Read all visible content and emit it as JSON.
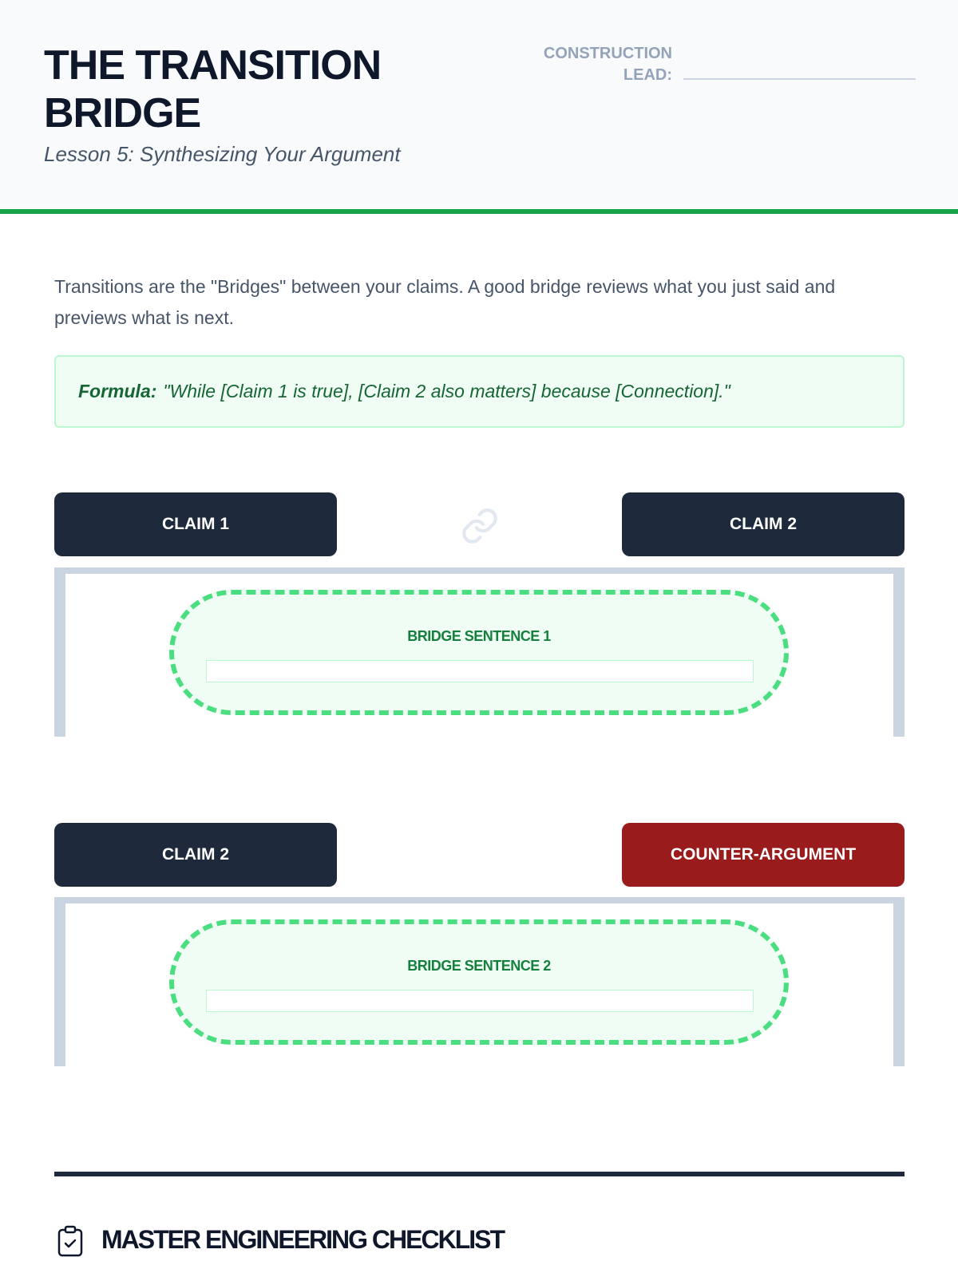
{
  "header": {
    "title": "THE TRANSITION BRIDGE",
    "subtitle": "Lesson 5: Synthesizing Your Argument",
    "lead_label": "CONSTRUCTION LEAD:"
  },
  "intro": "Transitions are the \"Bridges\" between your claims. A good bridge reviews what you just said and previews what is next.",
  "formula": {
    "label": "Formula:",
    "text": "\"While [Claim 1 is true], [Claim 2 also matters] because [Connection].\""
  },
  "bridges": [
    {
      "left": "CLAIM 1",
      "right": "CLAIM 2",
      "sentence_label": "BRIDGE SENTENCE 1",
      "value": ""
    },
    {
      "left": "CLAIM 2",
      "right": "COUNTER-ARGUMENT",
      "sentence_label": "BRIDGE SENTENCE 2",
      "value": ""
    }
  ],
  "checklist": {
    "title": "MASTER ENGINEERING CHECKLIST"
  },
  "colors": {
    "accent": "#16a34a",
    "dark": "#1e293b",
    "counter": "#991b1b"
  }
}
